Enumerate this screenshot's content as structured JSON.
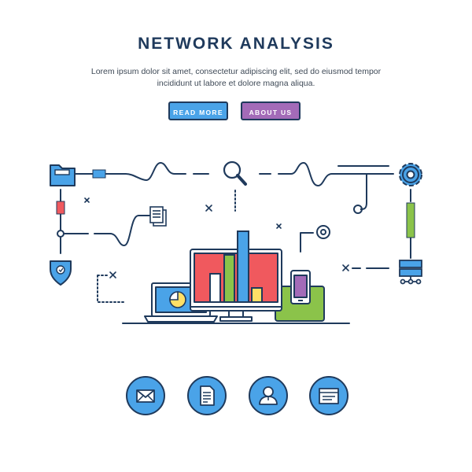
{
  "header": {
    "title": "NETWORK ANALYSIS",
    "subtitle": "Lorem ipsum dolor sit amet, consectetur adipiscing elit, sed do eiusmod tempor incididunt ut labore et dolore magna aliqua."
  },
  "buttons": {
    "read_more": "READ MORE",
    "about_us": "ABOUT US"
  },
  "colors": {
    "outline": "#1f3a5c",
    "blue": "#4aa3e8",
    "purple": "#a36bb8",
    "red": "#f0595e",
    "green": "#8bc34a",
    "yellow": "#ffe066"
  },
  "icons": {
    "top_left": "folder-icon",
    "top_middle": "search-icon",
    "top_right": "gear-icon",
    "left_middle": "document-icon",
    "left_bottom": "shield-check-icon",
    "right_middle": "target-icon",
    "right_bottom": "server-icon",
    "bottom": [
      "envelope-icon",
      "document-icon",
      "user-profile-icon",
      "browser-window-icon"
    ]
  }
}
